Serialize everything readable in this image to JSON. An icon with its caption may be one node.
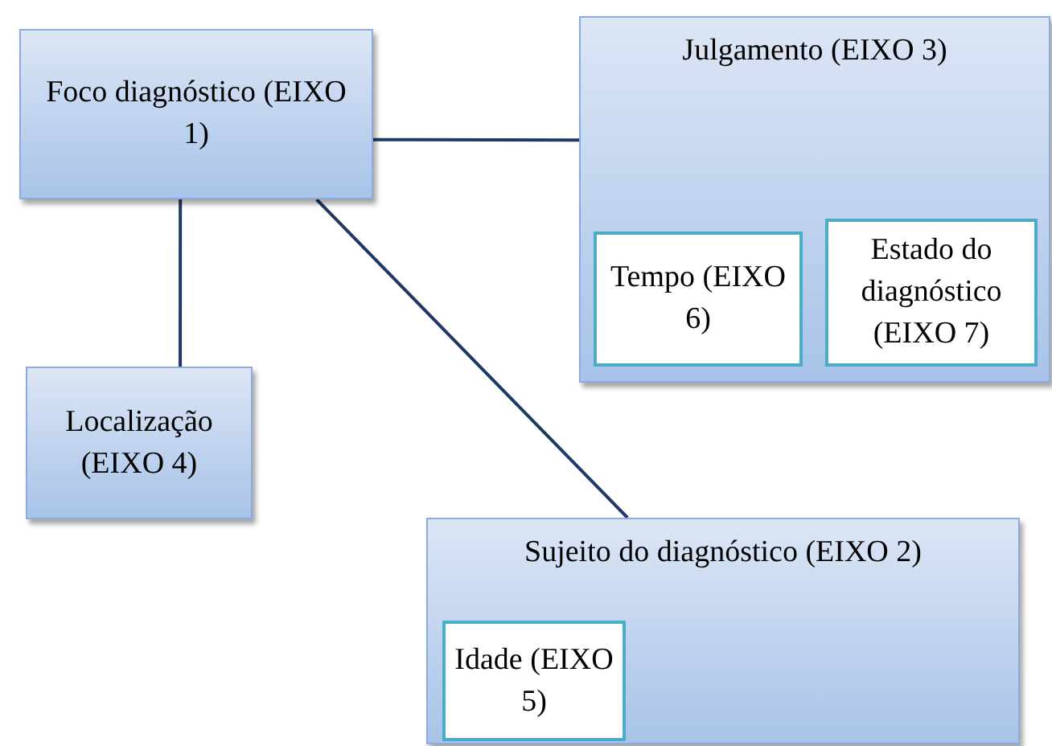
{
  "diagram": {
    "nodes": [
      {
        "text": [
          "Foco diagnóstico (EIXO 1)"
        ]
      },
      {
        "text": [
          "Julgamento (EIXO 3)"
        ]
      },
      {
        "text": [
          "Tempo (EIXO 6)"
        ],
        "in": 1
      },
      {
        "text": [
          "Estado do diagnóstico (EIXO 7)"
        ],
        "in": 1
      },
      {
        "text": [
          "Localização (EIXO 4)"
        ]
      },
      {
        "text": [
          "Sujeito do diagnóstico (EIXO 2)"
        ]
      },
      {
        "text": [
          "Idade (EIXO 5)"
        ],
        "in": 5
      }
    ],
    "edges": [
      {
        "from": 0,
        "to": 1,
        "arrow": "none"
      },
      {
        "from": 0,
        "to": 4,
        "arrow": "none"
      },
      {
        "from": 0,
        "to": 5,
        "arrow": "none"
      }
    ]
  }
}
